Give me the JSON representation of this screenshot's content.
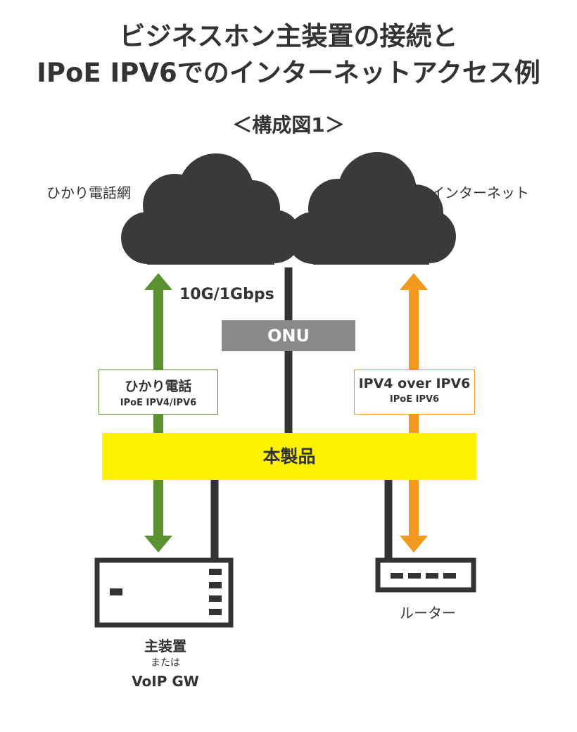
{
  "title": {
    "line1": "ビジネスホン主装置の接続と",
    "line2": "IPoE IPV6でのインターネットアクセス例"
  },
  "subtitle": "＜構成図1＞",
  "clouds": {
    "left_label": "ひかり電話網",
    "right_label": "インターネット"
  },
  "speed_label": "10G/1Gbps",
  "onu_label": "ONU",
  "hikari_box": {
    "main": "ひかり電話",
    "sub": "IPoE IPV4/IPV6"
  },
  "ipv4_box": {
    "main": "IPV4 over IPV6",
    "sub": "IPoE IPV6"
  },
  "product_label": "本製品",
  "main_device": {
    "line1": "主装置",
    "line2": "または",
    "line3": "VoIP GW"
  },
  "router_label": "ルーター",
  "colors": {
    "green_arrow": "#5a9232",
    "orange_arrow": "#f39a1e",
    "cloud": "#3a3a3a",
    "product_bar": "#fff200",
    "onu_box": "#8a8a8a",
    "line": "#333333"
  }
}
